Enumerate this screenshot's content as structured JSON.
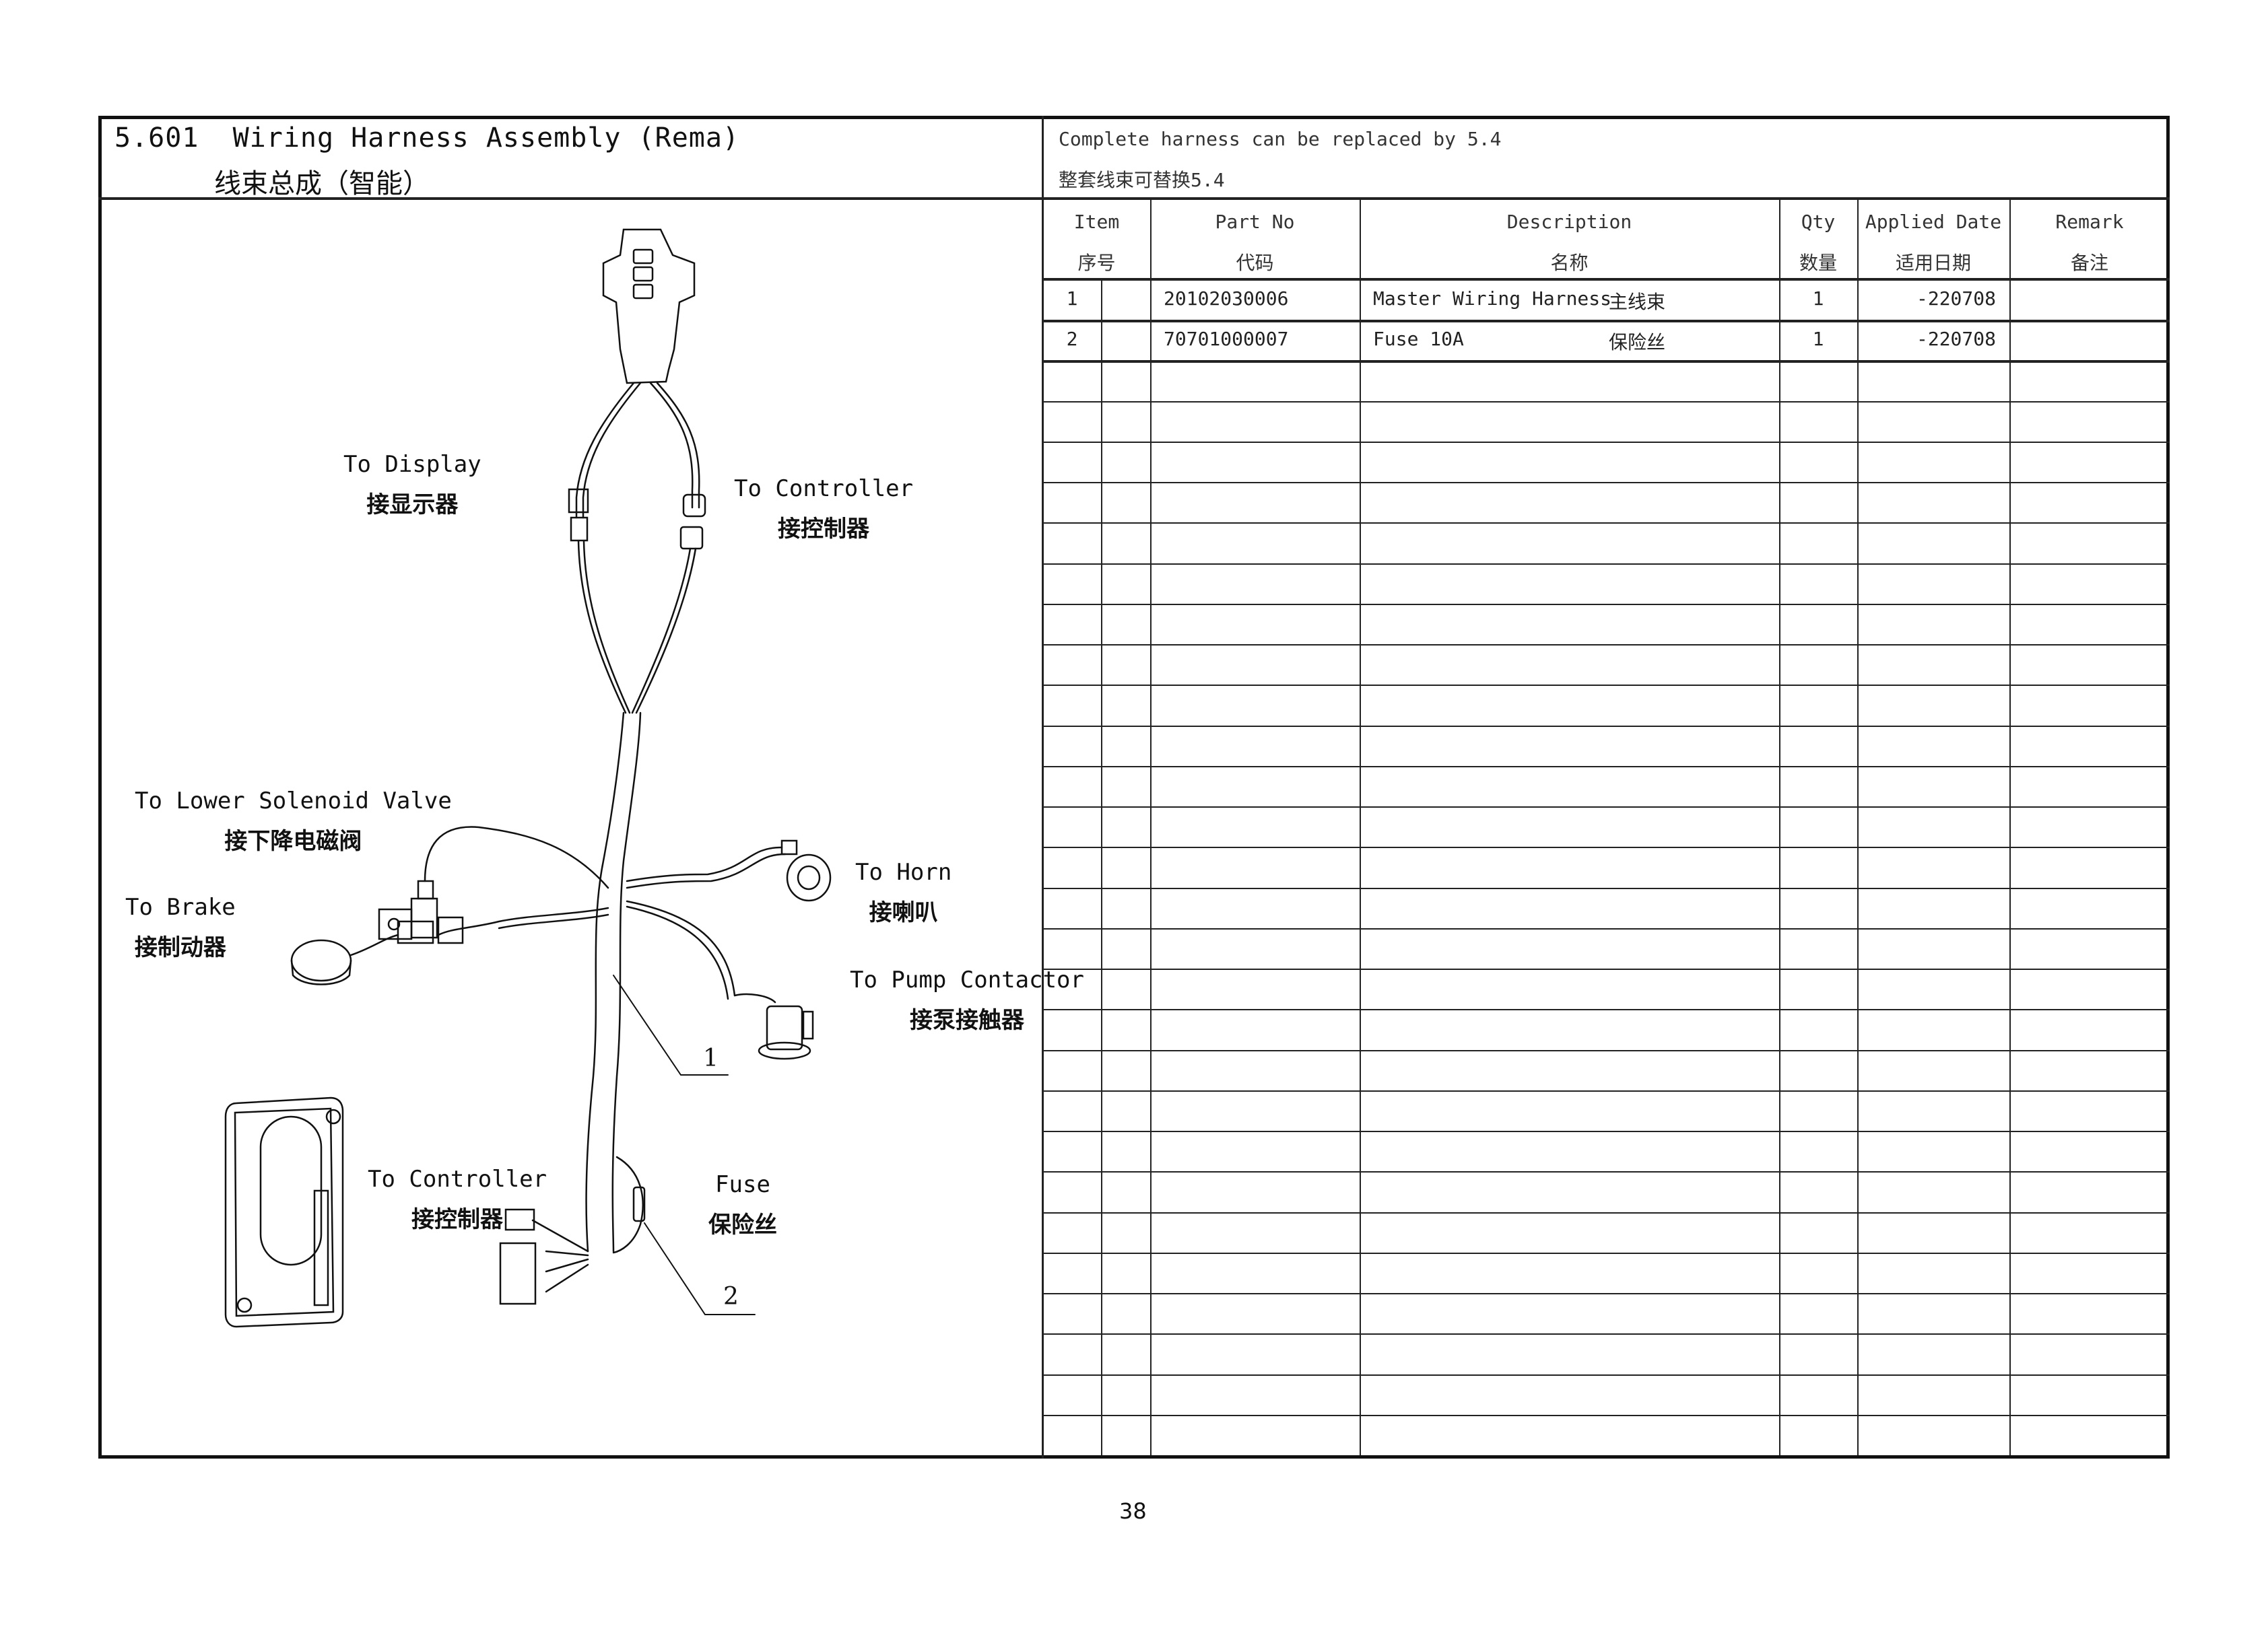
{
  "header": {
    "section_number": "5.601",
    "title_en": "Wiring Harness Assembly (Rema)",
    "title_cn": "线束总成（智能）",
    "note_en": "Complete harness can be replaced by 5.4",
    "note_cn": "整套线束可替换5.4"
  },
  "table": {
    "columns": [
      {
        "en": "Item",
        "cn": "序号"
      },
      {
        "en": "Part No",
        "cn": "代码"
      },
      {
        "en": "Description",
        "cn": "名称"
      },
      {
        "en": "Qty",
        "cn": "数量"
      },
      {
        "en": "Applied Date",
        "cn": "适用日期"
      },
      {
        "en": "Remark",
        "cn": "备注"
      }
    ],
    "rows": [
      {
        "item": "1",
        "part_no": "20102030006",
        "desc_en": "Master Wiring Harness",
        "desc_cn": "主线束",
        "qty": "1",
        "date": "-220708",
        "remark": ""
      },
      {
        "item": "2",
        "part_no": "70701000007",
        "desc_en": "Fuse 10A",
        "desc_cn": "保险丝",
        "qty": "1",
        "date": "-220708",
        "remark": ""
      }
    ],
    "total_rows": 29
  },
  "diagram": {
    "labels": {
      "display": {
        "en": "To Display",
        "cn": "接显示器"
      },
      "controller_top": {
        "en": "To Controller",
        "cn": "接控制器"
      },
      "solenoid": {
        "en": "To Lower Solenoid Valve",
        "cn": "接下降电磁阀"
      },
      "brake": {
        "en": "To Brake",
        "cn": "接制动器"
      },
      "horn": {
        "en": "To Horn",
        "cn": "接喇叭"
      },
      "pump": {
        "en": "To Pump Contactor",
        "cn": "接泵接触器"
      },
      "controller_bottom": {
        "en": "To Controller",
        "cn": "接控制器"
      },
      "fuse": {
        "en": "Fuse",
        "cn": "保险丝"
      }
    },
    "callouts": [
      "1",
      "2"
    ]
  },
  "footer": {
    "page_number": "38"
  }
}
